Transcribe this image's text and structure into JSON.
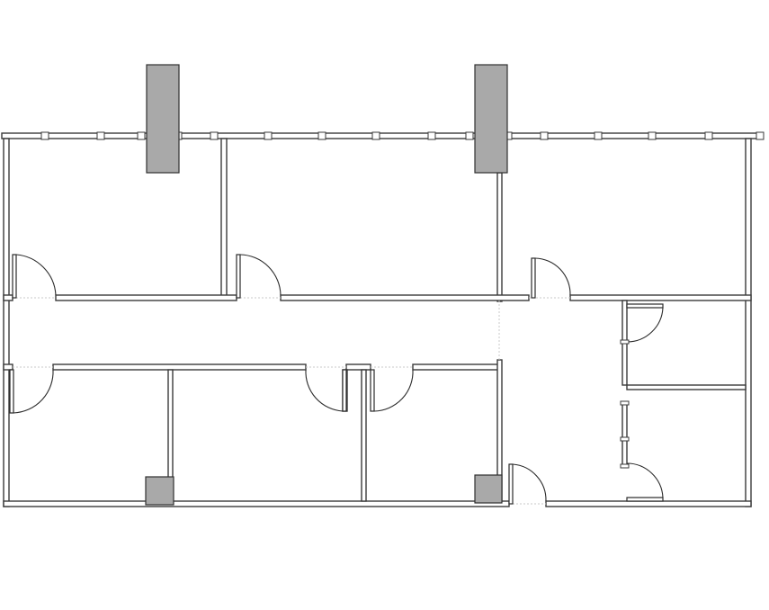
{
  "floor_plan": {
    "colors": {
      "wall_stroke": "#3a3a3a",
      "column_fill": "#a9a9a9",
      "background": "#ffffff"
    },
    "rooms": [
      "office",
      "office",
      "office",
      "office",
      "office",
      "office",
      "closet",
      "closet"
    ],
    "doors": 10,
    "columns": 4
  }
}
